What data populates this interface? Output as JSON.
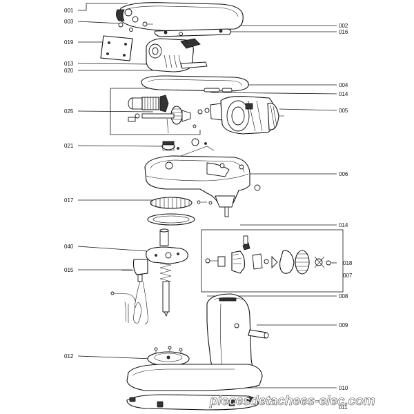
{
  "labels_left": {
    "l001": "001",
    "l003": "003",
    "l019": "019",
    "l013": "013",
    "l020": "020",
    "l025": "025",
    "l021": "021",
    "l017": "017",
    "l040": "040",
    "l015": "015",
    "l012": "012"
  },
  "labels_right": {
    "r002": "002",
    "r016": "016",
    "r004": "004",
    "r014a": "014",
    "r005": "005",
    "r006": "006",
    "r014b": "014",
    "r018": "018",
    "r007": "007",
    "r008": "008",
    "r009": "009",
    "r010": "010",
    "r011": "011"
  },
  "watermark": "piecesdetachees-elec.com"
}
